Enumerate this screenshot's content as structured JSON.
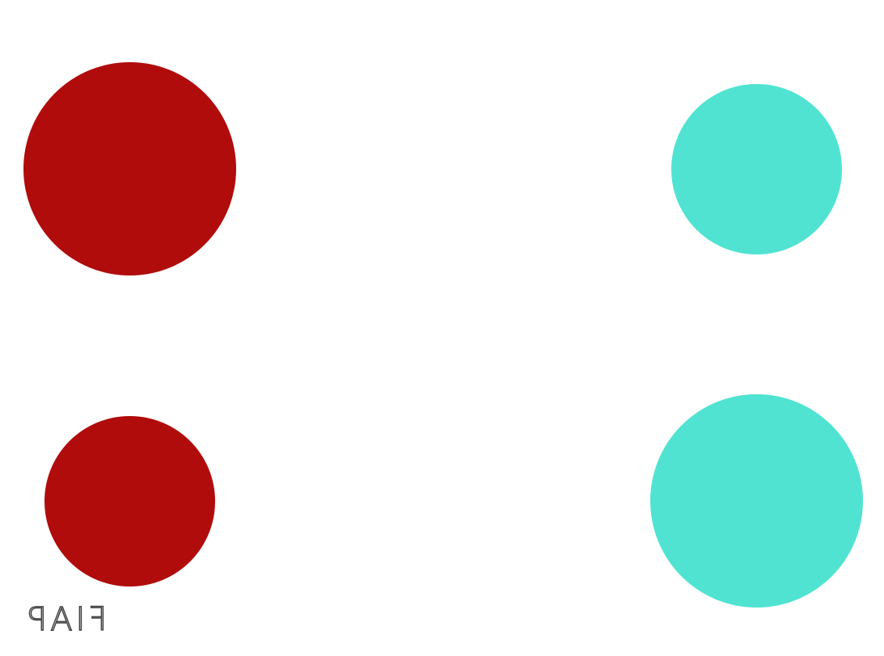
{
  "canvas": {
    "background": "#ffffff"
  },
  "circles": [
    {
      "name": "red-large-circle",
      "color": "#b00c0c"
    },
    {
      "name": "cyan-small-circle",
      "color": "#50e3d2"
    },
    {
      "name": "red-small-circle",
      "color": "#b00c0c"
    },
    {
      "name": "cyan-large-circle",
      "color": "#50e3d2"
    }
  ],
  "mark": {
    "text": "FIAP",
    "mirrored": true,
    "color": "#444444"
  }
}
